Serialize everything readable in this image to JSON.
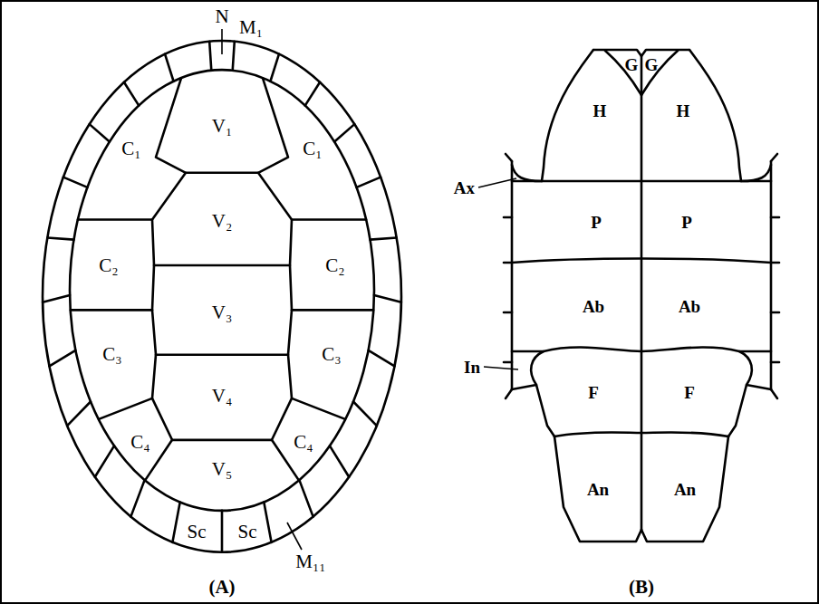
{
  "diagram": {
    "labels": [
      "N",
      "M₁",
      "V₁",
      "C₁",
      "C₁",
      "V₂",
      "C₂",
      "C₂",
      "V₃",
      "C₃",
      "C₃",
      "V₄",
      "C₄",
      "C₄",
      "V₅",
      "Sc",
      "Sc",
      "M₁₁",
      "(A)",
      "G",
      "G",
      "H",
      "H",
      "Ax",
      "P",
      "P",
      "Ab",
      "Ab",
      "In",
      "F",
      "F",
      "An",
      "An",
      "(B)"
    ]
  }
}
